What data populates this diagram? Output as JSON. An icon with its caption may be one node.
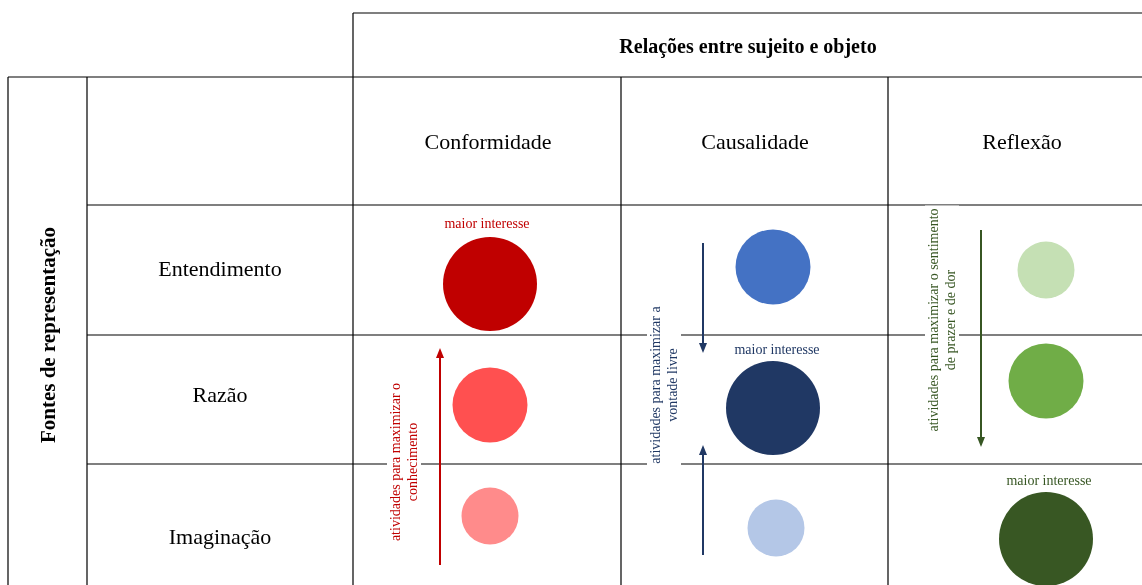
{
  "diagram": {
    "nodes": [
      {
        "text": [],
        "shape": "circle",
        "beside": [
          "maior interesse"
        ]
      },
      {
        "text": [],
        "shape": "circle"
      },
      {
        "text": [],
        "shape": "circle"
      },
      {
        "text": [],
        "shape": "circle"
      },
      {
        "text": [],
        "shape": "circle",
        "beside": [
          "maior interesse"
        ]
      },
      {
        "text": [],
        "shape": "circle"
      },
      {
        "text": [],
        "shape": "circle"
      },
      {
        "text": [],
        "shape": "circle"
      },
      {
        "text": [],
        "shape": "circle",
        "beside": [
          "maior interesse"
        ]
      }
    ],
    "labels": [
      "Relações entre sujeito e objeto",
      "Fontes de representação",
      "Conformidade",
      "Causalidade",
      "Reflexão",
      "Entendimento",
      "Razão",
      "Imaginação",
      "atividades para maximizar o conhecimento",
      "atividades para maximizar a vontade livre",
      "atividades para maximizar o sentimento de prazer e de dor"
    ]
  }
}
